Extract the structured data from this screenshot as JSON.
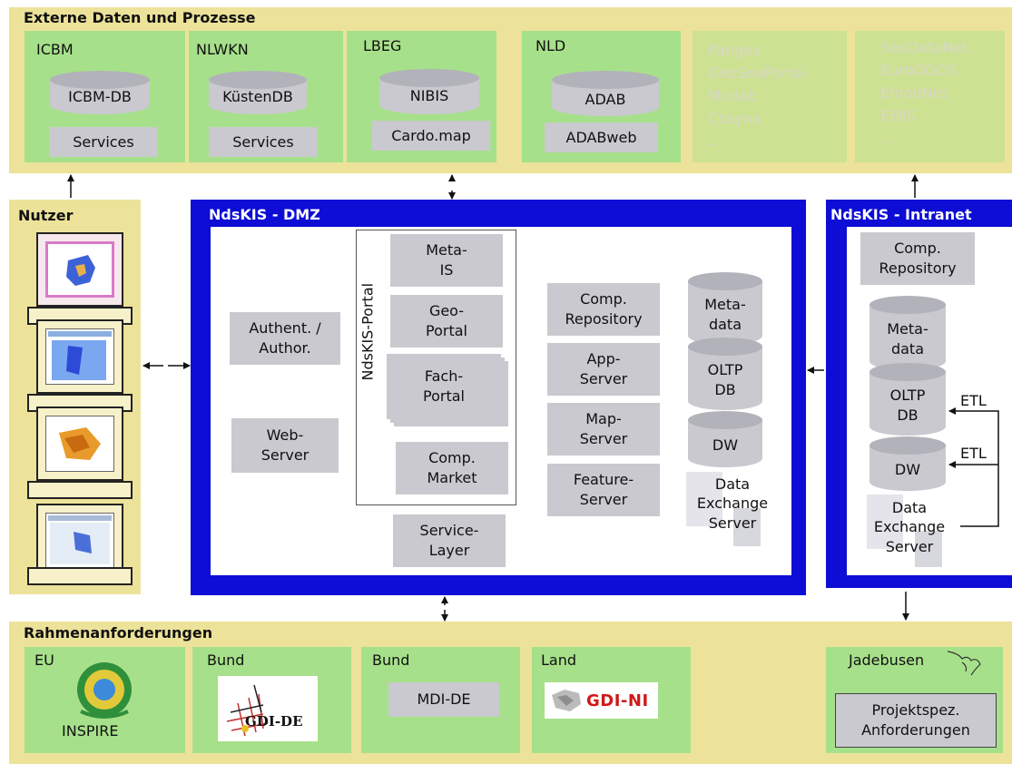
{
  "externe": {
    "title": "Externe Daten und Prozesse",
    "icbm": {
      "title": "ICBM",
      "db": "ICBM-DB",
      "services": "Services"
    },
    "nlwkn": {
      "title": "NLWKN",
      "db": "KüstenDB",
      "services": "Services"
    },
    "lbeg": {
      "title": "LBEG",
      "db": "NIBIS",
      "services": "Cardo.map"
    },
    "nld": {
      "title": "NLD",
      "db": "ADAB",
      "services": "ADABweb"
    },
    "list1": "Pangea\nGeoSeaPortal\nMudab\nCosyna\n...",
    "list2": "SeaDataNet\nEuroGOOS\nEmodNet\nEMIS\n..."
  },
  "nutzer": {
    "title": "Nutzer"
  },
  "dmz": {
    "title": "NdsKIS - DMZ",
    "authent": "Authent. /\nAuthor.",
    "webserver": "Web-\nServer",
    "portal_label": "NdsKIS-Portal",
    "metais": "Meta-\nIS",
    "geoportal": "Geo-\nPortal",
    "fachportal": "Fach-\nPortal",
    "compmarket": "Comp.\nMarket",
    "servicelayer": "Service-\nLayer",
    "comprepo": "Comp.\nRepository",
    "appserver": "App-\nServer",
    "mapserver": "Map-\nServer",
    "featureserver": "Feature-\nServer",
    "metadata": "Meta-\ndata",
    "oltp": "OLTP\nDB",
    "dw": "DW",
    "dataexchange": "Data\nExchange\nServer"
  },
  "intranet": {
    "title": "NdsKIS - Intranet",
    "comprepo": "Comp.\nRepository",
    "metadata": "Meta-\ndata",
    "oltp": "OLTP\nDB",
    "dw": "DW",
    "dataexchange": "Data\nExchange\nServer",
    "etl1": "ETL",
    "etl2": "ETL"
  },
  "rahmen": {
    "title": "Rahmenanforderungen",
    "eu": {
      "title": "EU",
      "logo_text": "INSPIRE"
    },
    "bund1": {
      "title": "Bund",
      "logo_text": "GDI-DE"
    },
    "bund2": {
      "title": "Bund",
      "box": "MDI-DE"
    },
    "land": {
      "title": "Land",
      "logo_text": "GDI-NI"
    },
    "jade": {
      "title": "Jadebusen",
      "box": "Projektspez.\nAnforderungen"
    }
  }
}
